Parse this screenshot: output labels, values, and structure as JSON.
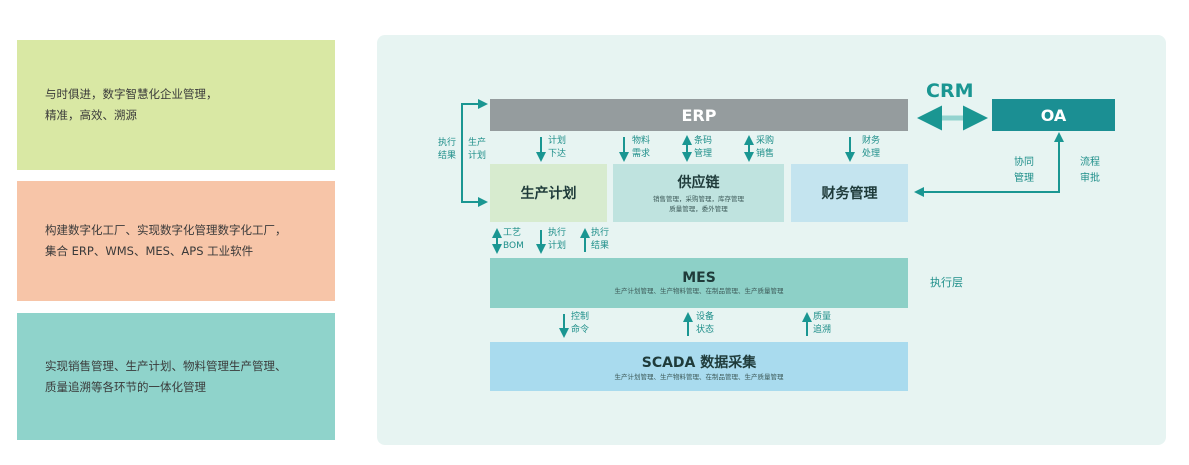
{
  "cards": [
    {
      "lines": [
        "与时俱进，数字智慧化企业管理，",
        "精准，高效、溯源"
      ],
      "color": "#d9e8a4"
    },
    {
      "lines": [
        "构建数字化工厂、实现数字化管理数字化工厂，",
        "集合 ERP、WMS、MES、APS 工业软件"
      ],
      "color": "#f7c5a8"
    },
    {
      "lines": [
        "实现销售管理、生产计划、物料管理生产管理、",
        "质量追溯等各环节的一体化管理"
      ],
      "color": "#8fd3cb"
    }
  ],
  "diagram": {
    "erp": "ERP",
    "crm": "CRM",
    "oa": "OA",
    "plan": "生产计划",
    "supply": {
      "title": "供应链",
      "sub1": "销售管理，采购管理，库存管理",
      "sub2": "质量管理，委外管理"
    },
    "finance": "财务管理",
    "mes": {
      "title": "MES",
      "sub": "生产计划管理、生产物料管理、在制品管理、生产质量管理"
    },
    "scada": {
      "title": "SCADA 数据采集",
      "sub": "生产计划管理、生产物料管理、在制品管理、生产质量管理"
    },
    "exec_layer": "执行层",
    "labels": {
      "exec_result_left": [
        "执行",
        "结果"
      ],
      "prod_plan_left": [
        "生产",
        "计划"
      ],
      "plan_issue": [
        "计划",
        "下达"
      ],
      "material_demand": [
        "物料",
        "需求"
      ],
      "barcode_mgmt": [
        "条码",
        "管理"
      ],
      "purchase_sales": [
        "采购",
        "销售"
      ],
      "finance_proc": [
        "财务",
        "处理"
      ],
      "collab_mgmt": [
        "协同",
        "管理"
      ],
      "flow_approve": [
        "流程",
        "审批"
      ],
      "craft_bom": [
        "工艺",
        "BOM"
      ],
      "exec_plan": [
        "执行",
        "计划"
      ],
      "exec_result": [
        "执行",
        "结果"
      ],
      "control_cmd": [
        "控制",
        "命令"
      ],
      "device_status": [
        "设备",
        "状态"
      ],
      "quality_trace": [
        "质量",
        "追溯"
      ]
    },
    "colors": {
      "erp": "#959c9e",
      "oa": "#1b8f93",
      "teal": "#1a9692",
      "plan": "#d7ebcf",
      "supply": "#bfe3df",
      "finance": "#c4e4ef",
      "mes": "#8dd0c7",
      "scada": "#a9dbee",
      "crm_arrow": "#93d3cf"
    }
  }
}
